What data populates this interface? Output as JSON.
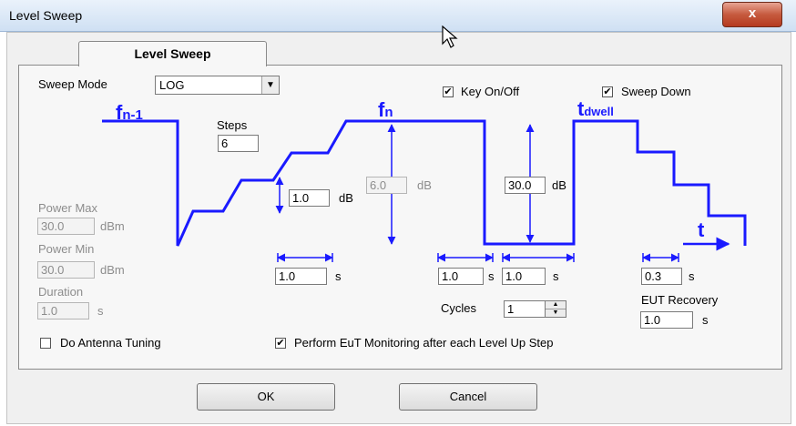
{
  "window": {
    "title": "Level Sweep",
    "close_label": "x"
  },
  "tab": {
    "label": "Level Sweep"
  },
  "sweep_mode": {
    "label": "Sweep Mode",
    "value": "LOG"
  },
  "key_on_off": {
    "label": "Key On/Off",
    "checked": true
  },
  "sweep_down": {
    "label": "Sweep Down",
    "checked": true
  },
  "steps": {
    "label": "Steps",
    "value": "6"
  },
  "power_max": {
    "label": "Power Max",
    "value": "30.0",
    "unit": "dBm"
  },
  "power_min": {
    "label": "Power Min",
    "value": "30.0",
    "unit": "dBm"
  },
  "duration": {
    "label": "Duration",
    "value": "1.0",
    "unit": "s"
  },
  "step_level": {
    "value": "1.0",
    "unit": "dB"
  },
  "total_level": {
    "value": "6.0",
    "unit": "dB"
  },
  "key_level": {
    "value": "30.0",
    "unit": "dB"
  },
  "step_time": {
    "value": "1.0",
    "unit": "s"
  },
  "off_time": {
    "value": "1.0",
    "unit": "s"
  },
  "on_time": {
    "value": "1.0",
    "unit": "s"
  },
  "dwell_time": {
    "value": "0.3",
    "unit": "s"
  },
  "cycles": {
    "label": "Cycles",
    "value": "1"
  },
  "eut_recovery": {
    "label": "EUT Recovery",
    "value": "1.0",
    "unit": "s"
  },
  "antenna_tuning": {
    "label": "Do Antenna Tuning",
    "checked": false
  },
  "eut_monitoring": {
    "label": "Perform EuT Monitoring after each Level Up Step",
    "checked": true
  },
  "diagram_labels": {
    "f_prev": "f",
    "f_prev_sub": "n-1",
    "f_n": "f",
    "f_n_sub": "n",
    "t_dwell": "t",
    "t_dwell_sub": "dwell",
    "t_axis": "t"
  },
  "buttons": {
    "ok": "OK",
    "cancel": "Cancel"
  },
  "check_mark": "✔",
  "colors": {
    "diagram": "#1a1aff",
    "close_button": "#c65a3e"
  }
}
